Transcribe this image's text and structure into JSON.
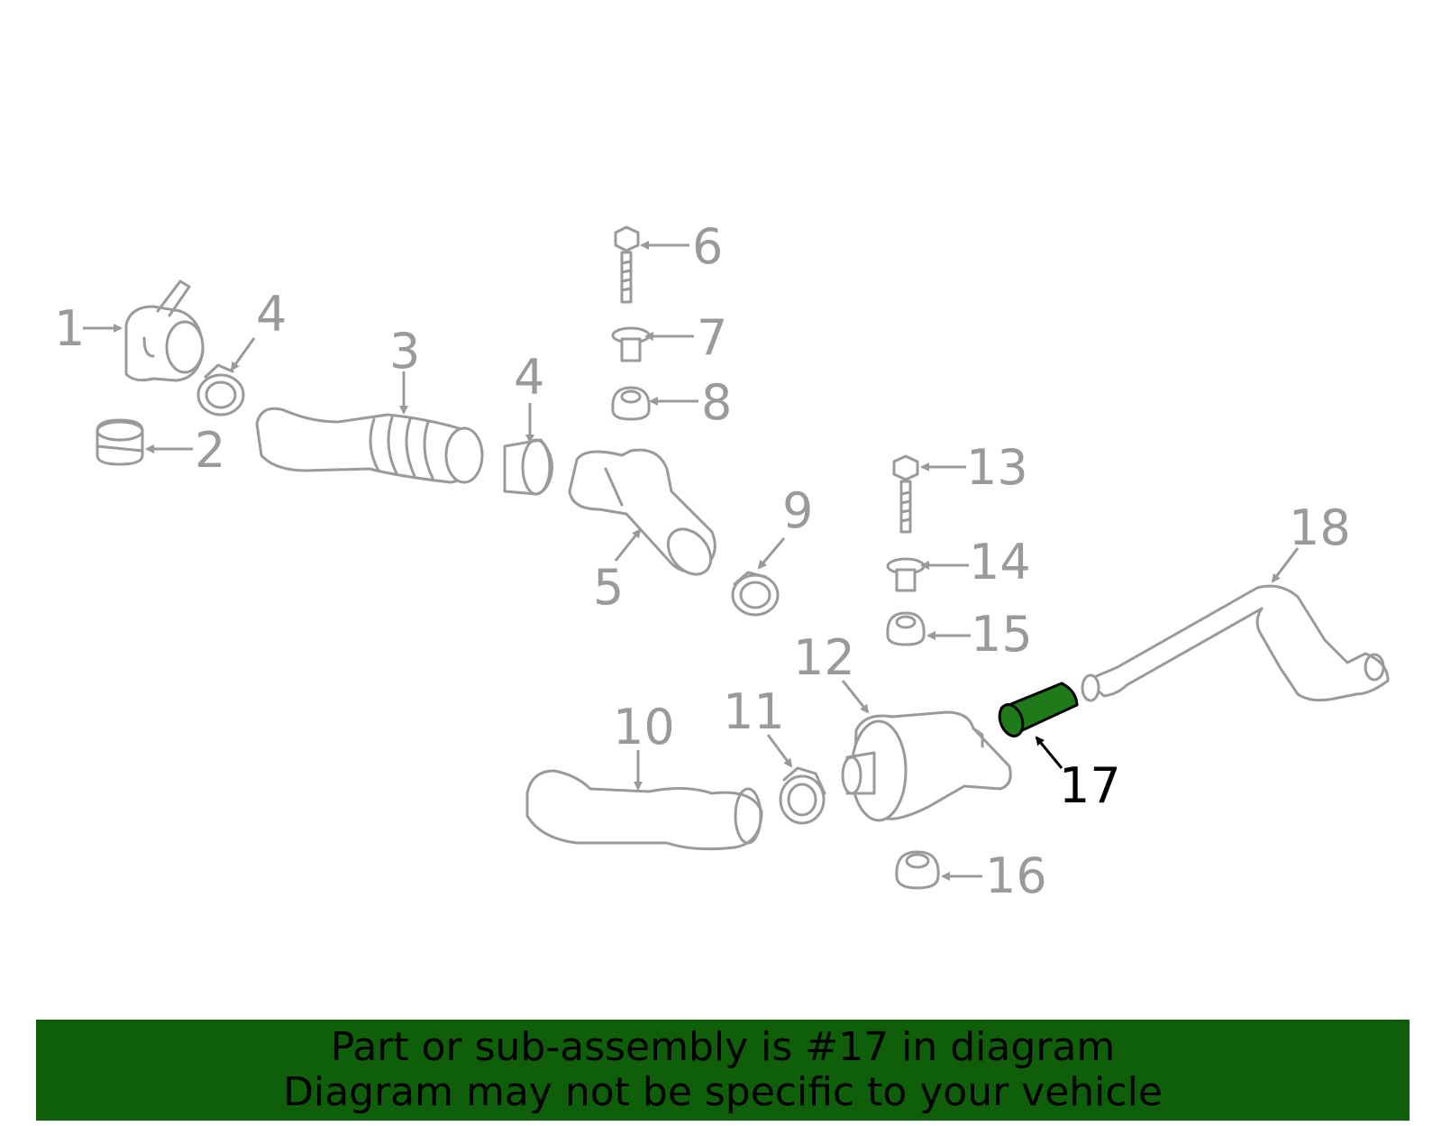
{
  "callouts": [
    {
      "id": "1",
      "label": "1"
    },
    {
      "id": "2",
      "label": "2"
    },
    {
      "id": "3",
      "label": "3"
    },
    {
      "id": "4a",
      "label": "4"
    },
    {
      "id": "4b",
      "label": "4"
    },
    {
      "id": "5",
      "label": "5"
    },
    {
      "id": "6",
      "label": "6"
    },
    {
      "id": "7",
      "label": "7"
    },
    {
      "id": "8",
      "label": "8"
    },
    {
      "id": "9",
      "label": "9"
    },
    {
      "id": "10",
      "label": "10"
    },
    {
      "id": "11",
      "label": "11"
    },
    {
      "id": "12",
      "label": "12"
    },
    {
      "id": "13",
      "label": "13"
    },
    {
      "id": "14",
      "label": "14"
    },
    {
      "id": "15",
      "label": "15"
    },
    {
      "id": "16",
      "label": "16"
    },
    {
      "id": "17",
      "label": "17"
    },
    {
      "id": "18",
      "label": "18"
    }
  ],
  "highlighted_part": "17",
  "colors": {
    "highlight": "#1f7a1a",
    "banner": "#0f5f0a",
    "parts": "#9a9a9a"
  },
  "banner": {
    "line1": "Part or sub-assembly is #17 in diagram",
    "line2": "Diagram may not be specific to your vehicle"
  }
}
